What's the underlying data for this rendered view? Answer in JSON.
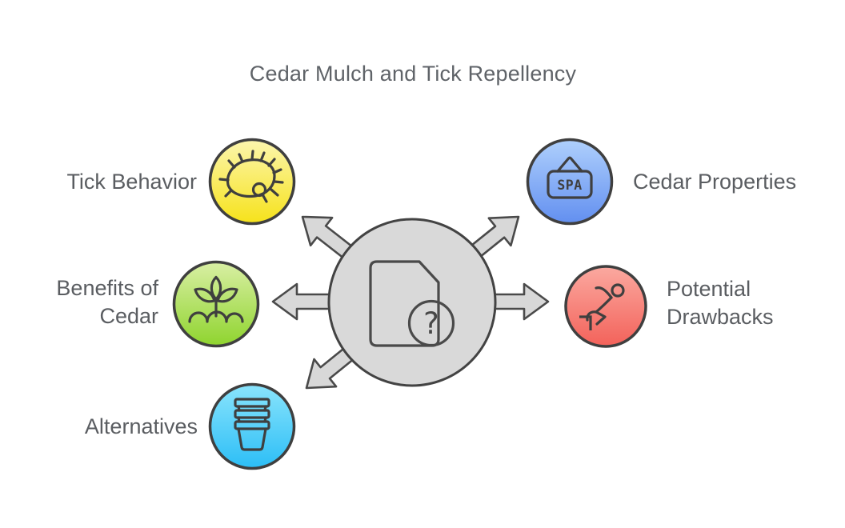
{
  "title": "Cedar Mulch and Tick Repellency",
  "hub": {
    "icon": "document-question-icon",
    "question_mark": "?",
    "fill": "#d9d9d9",
    "arrow_fill": "#d8d8d8"
  },
  "nodes": {
    "tick_behavior": {
      "label": "Tick Behavior",
      "icon": "tick-icon",
      "gradient_top": "#fcf6ae",
      "gradient_bottom": "#f6e21a"
    },
    "cedar_properties": {
      "label": "Cedar Properties",
      "icon": "spa-sign-icon",
      "sign_text": "SPA",
      "gradient_top": "#afd0fc",
      "gradient_bottom": "#628ff0"
    },
    "benefits_of_cedar": {
      "label_line1": "Benefits of",
      "label_line2": "Cedar",
      "icon": "plant-sprout-icon",
      "gradient_top": "#d9efa4",
      "gradient_bottom": "#8fd42e"
    },
    "potential_drawbacks": {
      "label_line1": "Potential",
      "label_line2": "Drawbacks",
      "icon": "falling-person-icon",
      "gradient_top": "#fba9a0",
      "gradient_bottom": "#f3625a"
    },
    "alternatives": {
      "label": "Alternatives",
      "icon": "stacked-pots-icon",
      "gradient_top": "#8ae4fc",
      "gradient_bottom": "#2cbef6"
    }
  }
}
